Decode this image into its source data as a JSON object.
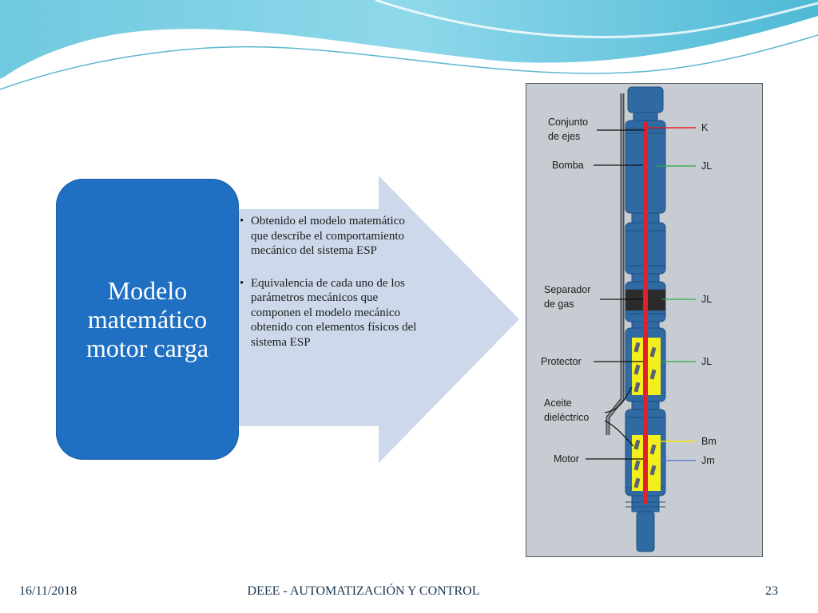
{
  "slide": {
    "title_lines": [
      "Modelo",
      "matemático",
      "motor carga"
    ],
    "bullets": [
      "Obtenido el modelo matemático que describe el comportamiento mecánico del sistema ESP",
      "Equivalencia de cada uno de los parámetros mecánicos que componen el modelo mecánico obtenido con  elementos físicos del sistema ESP"
    ]
  },
  "diagram": {
    "left_labels": [
      [
        "Conjunto",
        "de ejes"
      ],
      [
        "Bomba"
      ],
      [
        "Separador",
        "de gas"
      ],
      [
        "Protector"
      ],
      [
        "Aceite",
        "dieléctrico"
      ],
      [
        "Motor"
      ]
    ],
    "right_labels": [
      "K",
      "JL",
      "JL",
      "JL",
      "Bm",
      "Jm"
    ],
    "colors": {
      "pump_body": "#2f6aa3",
      "shaft": "#e0202a",
      "yellow_section": "#f4ee1c",
      "line_green": "#2aa84a",
      "line_yellow": "#f2e600",
      "line_blue": "#4a6fd0"
    }
  },
  "footer": {
    "date": "16/11/2018",
    "center": "DEEE - AUTOMATIZACIÓN Y CONTROL",
    "page": "23"
  }
}
